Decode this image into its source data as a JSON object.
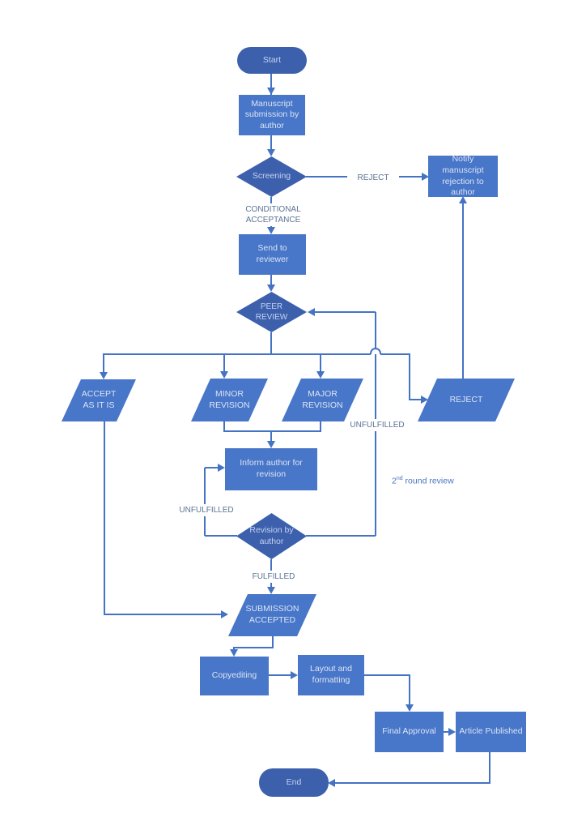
{
  "diagram": {
    "description": "Manuscript peer-review and publication workflow flowchart",
    "colors": {
      "shape_fill": "#4876c8",
      "shape_fill_dark": "#3d60ad",
      "line": "#4573c4",
      "shape_text": "#dbe4f5",
      "terminator_text": "#c3d1ee",
      "edge_label_text": "#5b7395",
      "note_text": "#4a74c0",
      "background": "#ffffff"
    },
    "nodes": {
      "start": "Start",
      "manuscript_submission": "Manuscript submission by author",
      "screening": "Screening",
      "notify_rejection": "Notify manuscript rejection to author",
      "send_to_reviewer": "Send to reviewer",
      "peer_review": "PEER REVIEW",
      "accept_as_is": "ACCEPT AS IT IS",
      "minor_revision": "MINOR REVISION",
      "major_revision": "MAJOR REVISION",
      "reject": "REJECT",
      "inform_author": "Inform author for revision",
      "revision_by_author": "Revision by author",
      "submission_accepted": "SUBMISSION ACCEPTED",
      "copyediting": "Copyediting",
      "layout_formatting": "Layout and formatting",
      "final_approval": "Final Approval",
      "article_published": "Article Published",
      "end": "End"
    },
    "edge_labels": {
      "reject": "REJECT",
      "conditional_acceptance": "CONDITIONAL ACCEPTANCE",
      "unfulfilled_left": "UNFULFILLED",
      "unfulfilled_right": "UNFULFILLED",
      "fulfilled": "FULFILLED",
      "second_round": {
        "base": "2",
        "sup": "nd",
        "rest": " round review"
      }
    }
  }
}
